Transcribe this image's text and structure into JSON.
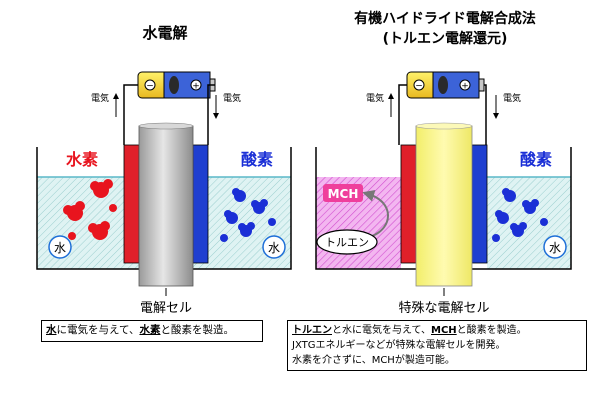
{
  "left": {
    "title": "水電解",
    "electricity_left": "電気",
    "electricity_right": "電気",
    "hydrogen_label": "水素",
    "oxygen_label": "酸素",
    "water_left": "水",
    "water_right": "水",
    "cell_label": "電解セル",
    "caption": [
      {
        "text": "水",
        "bold": true
      },
      {
        "text": "に電気を与えて、",
        "bold": false
      },
      {
        "text": "水素",
        "bold": true
      },
      {
        "text": "と酸素を製造。",
        "bold": false
      }
    ]
  },
  "right": {
    "title_line1": "有機ハイドライド電解合成法",
    "title_line2": "(トルエン電解還元)",
    "electricity_left": "電気",
    "electricity_right": "電気",
    "oxygen_label": "酸素",
    "mch_label": "MCH",
    "toluene_label": "トルエン",
    "water_right": "水",
    "cell_label": "特殊な電解セル",
    "caption_line1": [
      {
        "text": "トルエン",
        "bold": true
      },
      {
        "text": "と水に電気を与えて、",
        "bold": false
      },
      {
        "text": "MCH",
        "bold": true
      },
      {
        "text": "と酸素を製造。",
        "bold": false
      }
    ],
    "caption_line2": "JXTGエネルギーなどが特殊な電解セルを開発。",
    "caption_line3": "水素を介さずに、MCHが製造可能。"
  },
  "colors": {
    "hydrogen": "#e8141e",
    "oxygen": "#1a2fd6",
    "water": "#d9f2f2",
    "mch_fill": "#f08ae8",
    "electrode_left": "#e0202a",
    "electrode_right": "#1f3fd0",
    "yellow_cell": "#f6f37a"
  }
}
